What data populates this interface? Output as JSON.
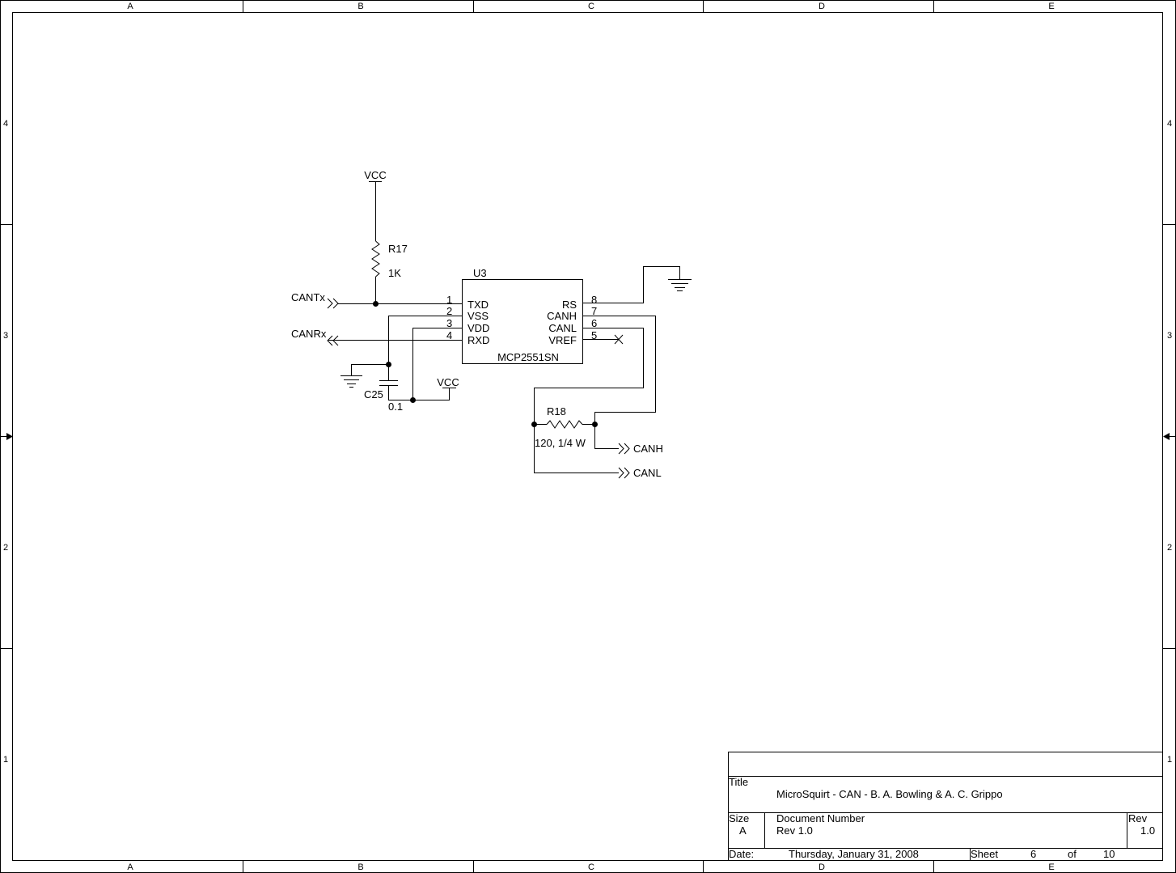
{
  "frame": {
    "column_labels": [
      "A",
      "B",
      "C",
      "D",
      "E"
    ],
    "row_labels": [
      "4",
      "3",
      "2",
      "1"
    ]
  },
  "schematic": {
    "power": {
      "vcc_top": "VCC",
      "vcc_cap": "VCC"
    },
    "r17": {
      "ref": "R17",
      "value": "1K"
    },
    "r18": {
      "ref": "R18",
      "value": "120, 1/4 W"
    },
    "c25": {
      "ref": "C25",
      "value": "0.1"
    },
    "u3": {
      "ref": "U3",
      "part": "MCP2551SN",
      "pins_left": [
        {
          "num": "1",
          "name": "TXD"
        },
        {
          "num": "2",
          "name": "VSS"
        },
        {
          "num": "3",
          "name": "VDD"
        },
        {
          "num": "4",
          "name": "RXD"
        }
      ],
      "pins_right": [
        {
          "num": "8",
          "name": "RS"
        },
        {
          "num": "7",
          "name": "CANH"
        },
        {
          "num": "6",
          "name": "CANL"
        },
        {
          "num": "5",
          "name": "VREF"
        }
      ]
    },
    "ports": {
      "cantx": "CANTx",
      "canrx": "CANRx",
      "canh": "CANH",
      "canl": "CANL"
    }
  },
  "title_block": {
    "title_label": "Title",
    "title": "MicroSquirt - CAN - B. A. Bowling & A. C. Grippo",
    "size_label": "Size",
    "size": "A",
    "docnum_label": "Document Number",
    "docnum": "Rev 1.0",
    "rev_label": "Rev",
    "rev": "1.0",
    "date_label": "Date:",
    "date": "Thursday, January 31, 2008",
    "sheet_label": "Sheet",
    "sheet": "6",
    "of_label": "of",
    "of": "10"
  }
}
